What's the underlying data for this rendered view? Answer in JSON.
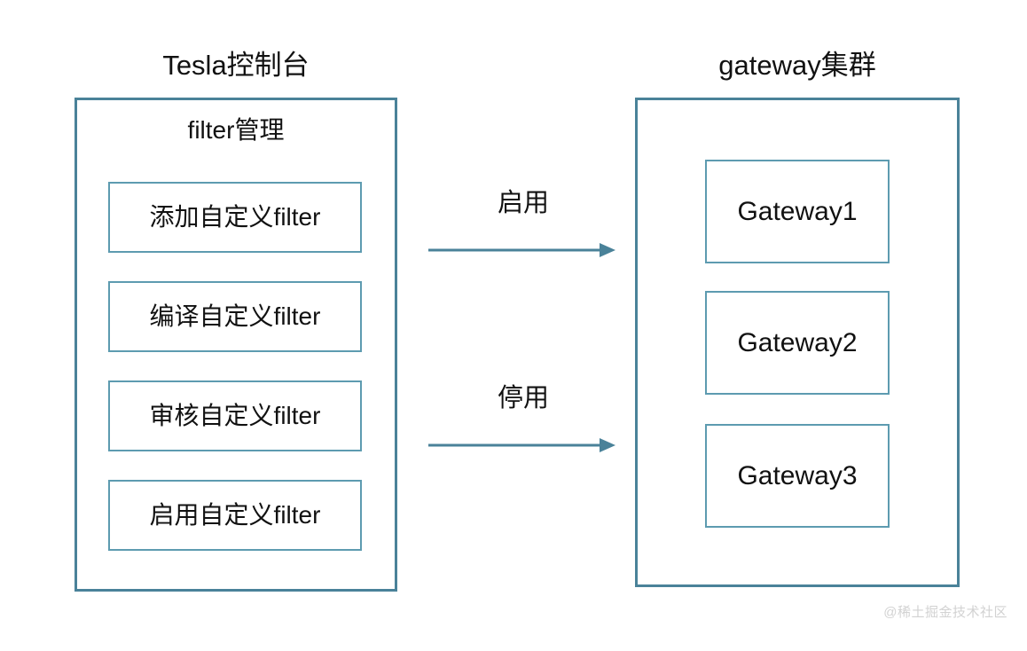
{
  "diagram": {
    "colors": {
      "outer_border": "#4a8299",
      "inner_border": "#5d9bb0",
      "arrow": "#4a8299",
      "text": "#111111",
      "background": "#ffffff",
      "watermark": "#d2d2d2"
    },
    "left_panel": {
      "title": "Tesla控制台",
      "section_title": "filter管理",
      "items": [
        {
          "label": "添加自定义filter"
        },
        {
          "label": "编译自定义filter"
        },
        {
          "label": "审核自定义filter"
        },
        {
          "label": "启用自定义filter"
        }
      ]
    },
    "right_panel": {
      "title": "gateway集群",
      "items": [
        {
          "label": "Gateway1"
        },
        {
          "label": "Gateway2"
        },
        {
          "label": "Gateway3"
        }
      ]
    },
    "connections": [
      {
        "label": "启用",
        "direction": "left-to-right"
      },
      {
        "label": "停用",
        "direction": "left-to-right"
      }
    ],
    "watermark": "@稀土掘金技术社区"
  }
}
